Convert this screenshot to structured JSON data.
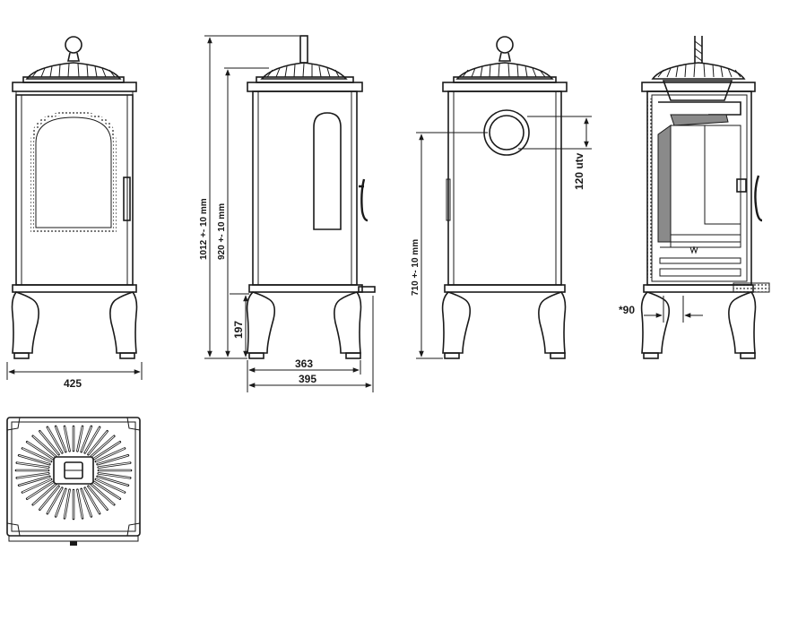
{
  "dimensions": {
    "width_total": "425",
    "height_total": "1012 +- 10 mm",
    "height_body": "920 +- 10 mm",
    "leg_height": "197",
    "depth_legs": "363",
    "depth_total": "395",
    "flue_height": "710 +- 10 mm",
    "flue_offset": "120 utv",
    "flue_diameter": "*90"
  }
}
